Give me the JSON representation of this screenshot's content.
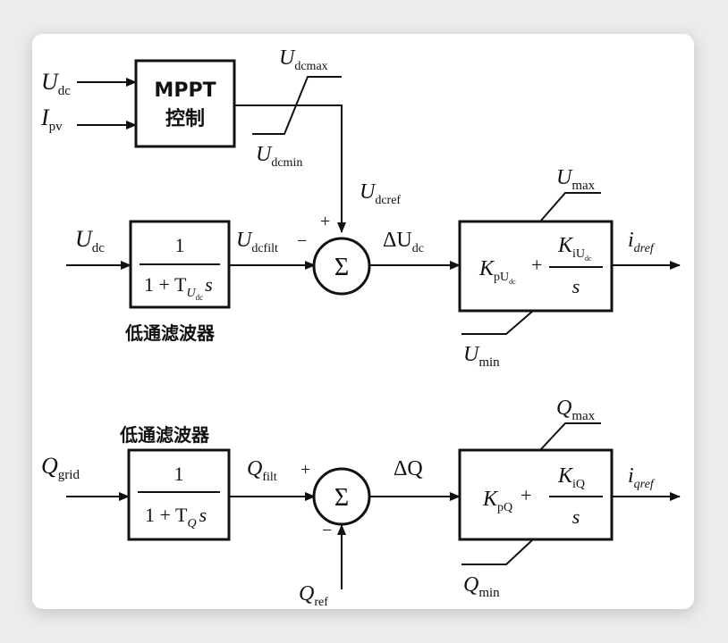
{
  "mppt": {
    "input_u": "U",
    "input_u_sub": "dc",
    "input_i": "I",
    "input_i_sub": "pv",
    "title": "MPPT",
    "subtitle": "控制",
    "limit_max_u": "U",
    "limit_max_sub": "dcmax",
    "limit_min_u": "U",
    "limit_min_sub": "dcmin",
    "ref_u": "U",
    "ref_sub": "dcref"
  },
  "dc_loop": {
    "input_u": "U",
    "input_u_sub": "dc",
    "filter_num": "1",
    "filter_den_pre": "1 + T",
    "filter_den_sub": "U",
    "filter_den_subsub": "dc",
    "filter_den_s": "s",
    "filter_caption": "低通滤波器",
    "filt_u": "U",
    "filt_sub": "dcfilt",
    "plus": "+",
    "minus": "−",
    "sigma": "Σ",
    "delta": "ΔU",
    "delta_sub": "dc",
    "pi_k": "K",
    "pi_k_sub": "pU",
    "pi_k_subsub": "dc",
    "pi_plus": "+",
    "pi_ki": "K",
    "pi_ki_sub": "iU",
    "pi_ki_subsub": "dc",
    "pi_s": "s",
    "max_u": "U",
    "max_sub": "max",
    "min_u": "U",
    "min_sub": "min",
    "out_i": "i",
    "out_sub": "dref"
  },
  "q_loop": {
    "filter_caption": "低通滤波器",
    "input_q": "Q",
    "input_sub": "grid",
    "filter_num": "1",
    "filter_den_pre": "1 + T",
    "filter_den_sub": "Q",
    "filter_den_s": "s",
    "filt_q": "Q",
    "filt_sub": "filt",
    "plus": "+",
    "minus": "−",
    "sigma": "Σ",
    "delta": "ΔQ",
    "ref_q": "Q",
    "ref_sub": "ref",
    "pi_k": "K",
    "pi_k_sub": "pQ",
    "pi_plus": "+",
    "pi_ki": "K",
    "pi_ki_sub": "iQ",
    "pi_s": "s",
    "max_q": "Q",
    "max_sub": "max",
    "min_q": "Q",
    "min_sub": "min",
    "out_i": "i",
    "out_sub": "qref"
  }
}
